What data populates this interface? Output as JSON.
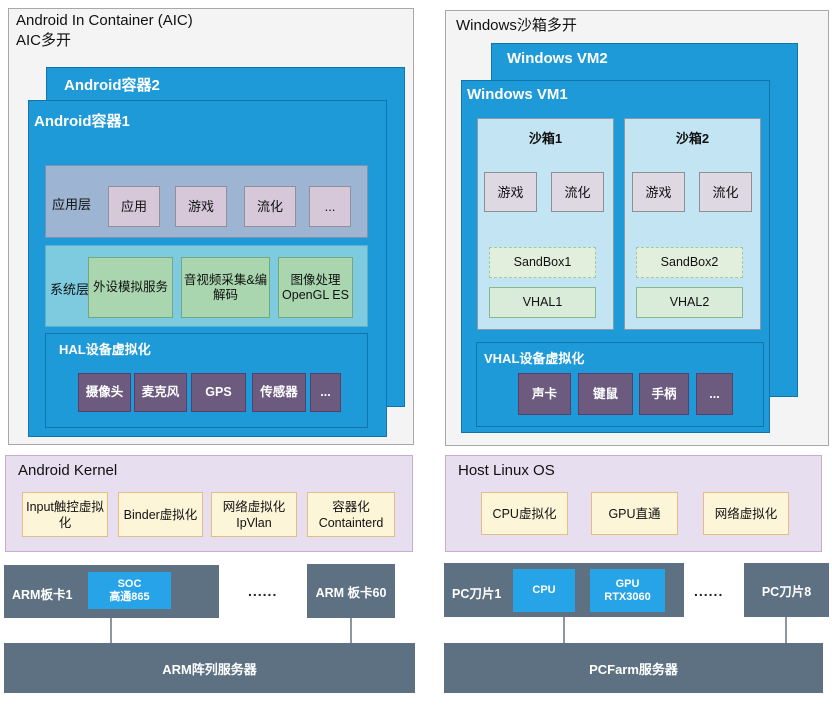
{
  "left": {
    "panel_title_line1": "Android In Container (AIC)",
    "panel_title_line2": "AIC多开",
    "container2_label": "Android容器2",
    "container1_label": "Android容器1",
    "app_layer": {
      "label": "应用层",
      "items": [
        "应用",
        "游戏",
        "流化",
        "..."
      ]
    },
    "sys_layer": {
      "label": "系统层",
      "items": [
        "外设模拟服务",
        "音视频采集&编\n解码",
        "图像处理\nOpenGL ES"
      ]
    },
    "hal_layer": {
      "label": "HAL设备虚拟化",
      "items": [
        "摄像头",
        "麦克风",
        "GPS",
        "传感器",
        "..."
      ]
    },
    "kernel": {
      "title": "Android Kernel",
      "items": [
        "Input触控虚拟化",
        "Binder虚拟化",
        "网络虚拟化\nIpVlan",
        "容器化\nContainterd"
      ]
    },
    "hardware": {
      "board1_label": "ARM板卡1",
      "soc_chip": "SOC\n高通865",
      "dots": "......",
      "board60_label": "ARM 板卡60",
      "server_label": "ARM阵列服务器"
    }
  },
  "right": {
    "panel_title": "Windows沙箱多开",
    "vm2_label": "Windows VM2",
    "vm1_label": "Windows VM1",
    "sandbox1": {
      "title": "沙箱1",
      "items": [
        "游戏",
        "流化"
      ],
      "sandbox_label": "SandBox1",
      "vhal_label": "VHAL1"
    },
    "sandbox2": {
      "title": "沙箱2",
      "items": [
        "游戏",
        "流化"
      ],
      "sandbox_label": "SandBox2",
      "vhal_label": "VHAL2"
    },
    "vhal_layer": {
      "label": "VHAL设备虚拟化",
      "items": [
        "声卡",
        "键鼠",
        "手柄",
        "..."
      ]
    },
    "host_os": {
      "title": "Host Linux OS",
      "items": [
        "CPU虚拟化",
        "GPU直通",
        "网络虚拟化"
      ]
    },
    "hardware": {
      "blade1_label": "PC刀片1",
      "cpu_chip": "CPU",
      "gpu_chip": "GPU\nRTX3060",
      "dots": "......",
      "blade8_label": "PC刀片8",
      "server_label": "PCFarm服务器"
    }
  },
  "colors": {
    "container_blue": "#1e9ad8",
    "chip_blue": "#27a3e8",
    "hardware_gray": "#5d7183",
    "os_panel_purple": "#e7def0",
    "yellow_item": "#fdf5d8",
    "green_item": "#a9d6ae",
    "purple_item": "#6c5a7f"
  }
}
